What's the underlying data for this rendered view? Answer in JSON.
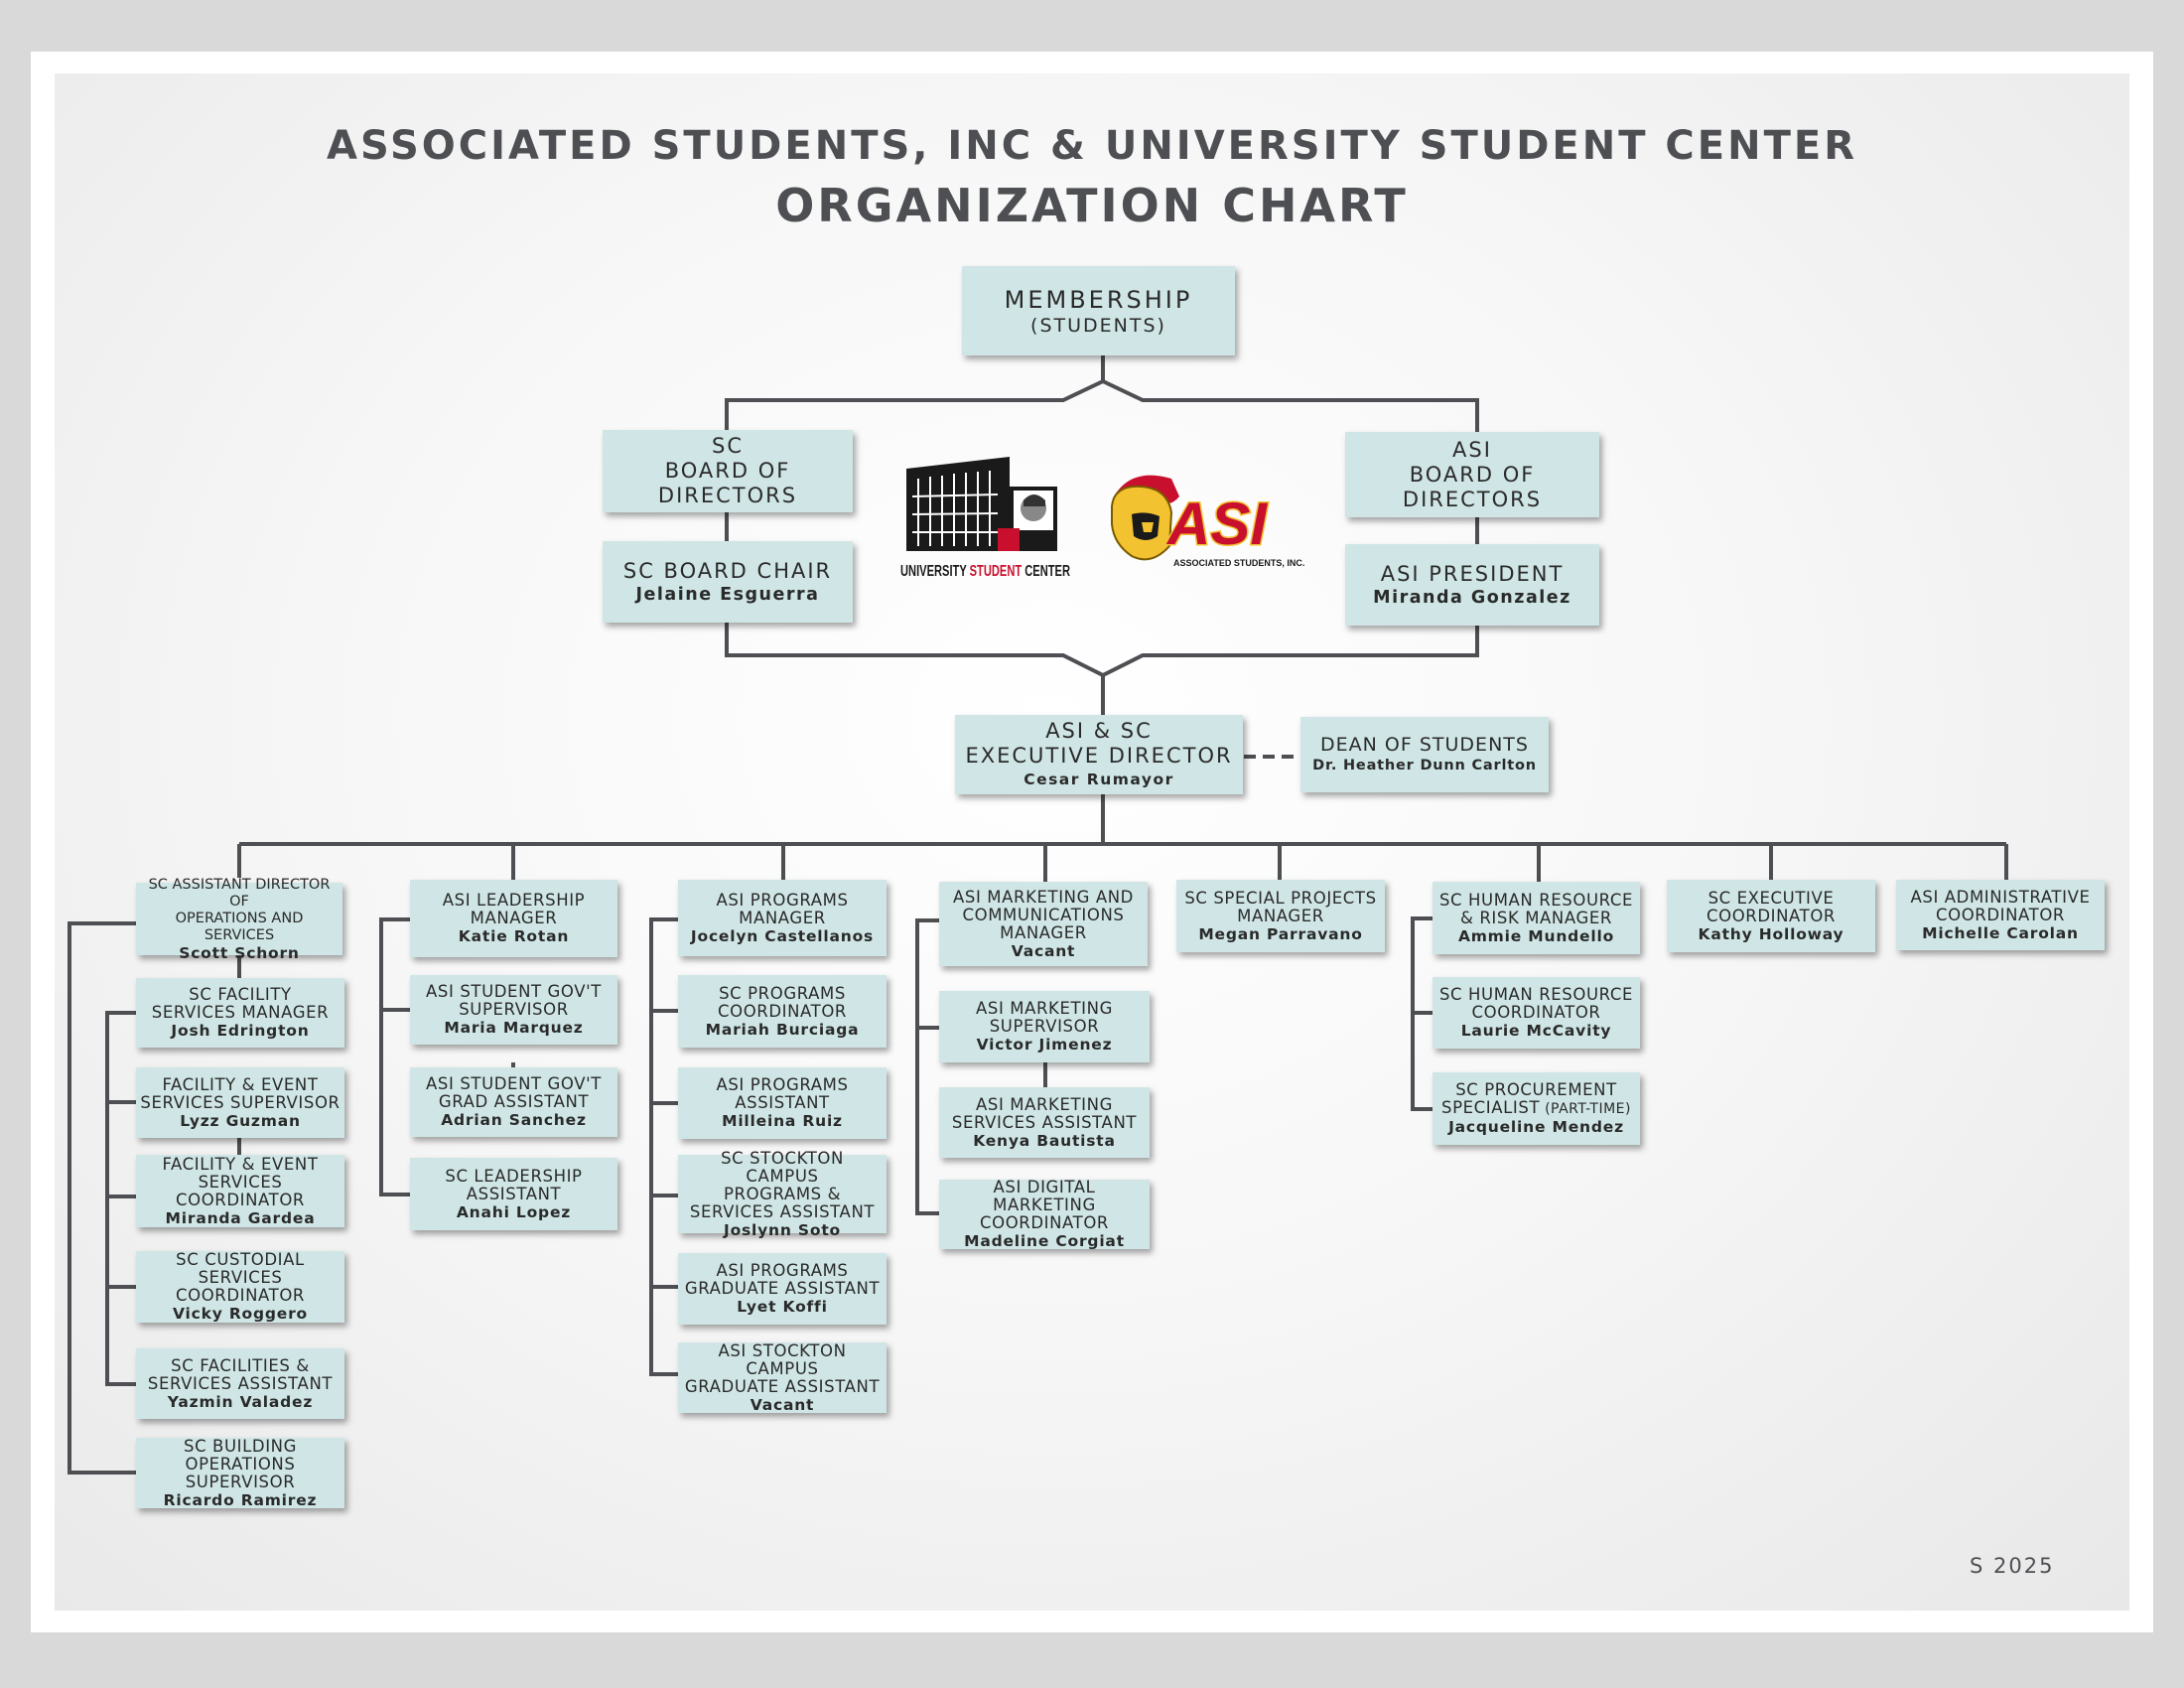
{
  "title": {
    "line1": "ASSOCIATED STUDENTS, INC & UNIVERSITY STUDENT CENTER",
    "line2": "ORGANIZATION CHART"
  },
  "logos": {
    "usc": {
      "text_a": "UNIVERSITY ",
      "text_b": "STUDENT",
      "text_c": " CENTER"
    },
    "asi": {
      "big": "ASI",
      "small": "ASSOCIATED STUDENTS, INC."
    }
  },
  "colors": {
    "box": "#d0e6e6",
    "line": "#4d4f53",
    "accent_red": "#c8102e",
    "accent_gold": "#f2c230"
  },
  "membership": {
    "title": "MEMBERSHIP",
    "sub": "(STUDENTS)"
  },
  "sc_board": {
    "title": "SC\nBOARD OF DIRECTORS"
  },
  "sc_chair": {
    "title": "SC BOARD CHAIR",
    "name": "Jelaine Esguerra"
  },
  "asi_board": {
    "title": "ASI\nBOARD OF DIRECTORS"
  },
  "asi_president": {
    "title": "ASI PRESIDENT",
    "name": "Miranda Gonzalez"
  },
  "exec_director": {
    "title": "ASI & SC\nEXECUTIVE DIRECTOR",
    "name": "Cesar Rumayor"
  },
  "dean": {
    "title": "DEAN OF STUDENTS",
    "name": "Dr. Heather Dunn Carlton"
  },
  "columns": [
    {
      "head": {
        "title": "SC ASSISTANT DIRECTOR OF\nOPERATIONS AND SERVICES",
        "name": "Scott Schorn"
      },
      "staff": [
        {
          "title": "SC FACILITY\nSERVICES MANAGER",
          "name": "Josh Edrington"
        },
        {
          "title": "FACILITY & EVENT\nSERVICES SUPERVISOR",
          "name": "Lyzz Guzman"
        },
        {
          "title": "FACILITY & EVENT\nSERVICES COORDINATOR",
          "name": "Miranda Gardea"
        },
        {
          "title": "SC CUSTODIAL\nSERVICES COORDINATOR",
          "name": "Vicky Roggero"
        },
        {
          "title": "SC FACILITIES &\nSERVICES ASSISTANT",
          "name": "Yazmin Valadez"
        },
        {
          "title": "SC BUILDING\nOPERATIONS SUPERVISOR",
          "name": "Ricardo Ramirez"
        }
      ]
    },
    {
      "head": {
        "title": "ASI LEADERSHIP\nMANAGER",
        "name": "Katie Rotan"
      },
      "staff": [
        {
          "title": "ASI STUDENT GOV'T\nSUPERVISOR",
          "name": "Maria Marquez"
        },
        {
          "title": "ASI STUDENT GOV'T\nGRAD ASSISTANT",
          "name": "Adrian Sanchez"
        },
        {
          "title": "SC LEADERSHIP\nASSISTANT",
          "name": "Anahi Lopez"
        }
      ]
    },
    {
      "head": {
        "title": "ASI PROGRAMS\nMANAGER",
        "name": "Jocelyn Castellanos"
      },
      "staff": [
        {
          "title": "SC PROGRAMS\nCOORDINATOR",
          "name": "Mariah Burciaga"
        },
        {
          "title": "ASI PROGRAMS\nASSISTANT",
          "name": "Milleina Ruiz"
        },
        {
          "title": "SC STOCKTON CAMPUS\nPROGRAMS &\nSERVICES ASSISTANT",
          "name": "Joslynn Soto"
        },
        {
          "title": "ASI PROGRAMS\nGRADUATE ASSISTANT",
          "name": "Lyet Koffi"
        },
        {
          "title": "ASI STOCKTON CAMPUS\nGRADUATE ASSISTANT",
          "name": "Vacant"
        }
      ]
    },
    {
      "head": {
        "title": "ASI MARKETING AND\nCOMMUNICATIONS\nMANAGER",
        "name": "Vacant"
      },
      "staff": [
        {
          "title": "ASI MARKETING\nSUPERVISOR",
          "name": "Victor Jimenez"
        },
        {
          "title": "ASI MARKETING\nSERVICES ASSISTANT",
          "name": "Kenya Bautista"
        },
        {
          "title": "ASI DIGITAL MARKETING\nCOORDINATOR",
          "name": "Madeline Corgiat"
        }
      ]
    },
    {
      "head": {
        "title": "SC SPECIAL PROJECTS\nMANAGER",
        "name": "Megan Parravano"
      },
      "staff": []
    },
    {
      "head": {
        "title": "SC HUMAN RESOURCE\n& RISK MANAGER",
        "name": "Ammie Mundello"
      },
      "staff": [
        {
          "title": "SC HUMAN RESOURCE\nCOORDINATOR",
          "name": "Laurie McCavity"
        },
        {
          "title": "SC PROCUREMENT\nSPECIALIST",
          "title_suffix": " (PART-TIME)",
          "name": "Jacqueline Mendez"
        }
      ]
    },
    {
      "head": {
        "title": "SC EXECUTIVE\nCOORDINATOR",
        "name": "Kathy Holloway"
      },
      "staff": []
    },
    {
      "head": {
        "title": "ASI ADMINISTRATIVE\nCOORDINATOR",
        "name": "Michelle Carolan"
      },
      "staff": []
    }
  ],
  "version": "S 2025"
}
